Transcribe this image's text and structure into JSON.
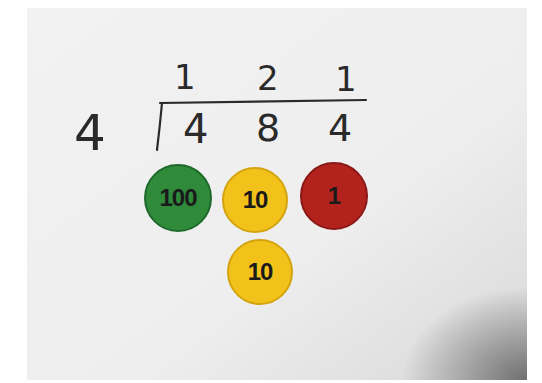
{
  "diagram": {
    "nodes": [
      {
        "text": [
          "100"
        ]
      },
      {
        "text": [
          "10"
        ]
      },
      {
        "text": [
          "1"
        ]
      },
      {
        "text": [
          "10"
        ]
      }
    ],
    "labels": [
      "1",
      "2",
      "1",
      "4",
      "4",
      "8",
      "4"
    ]
  }
}
